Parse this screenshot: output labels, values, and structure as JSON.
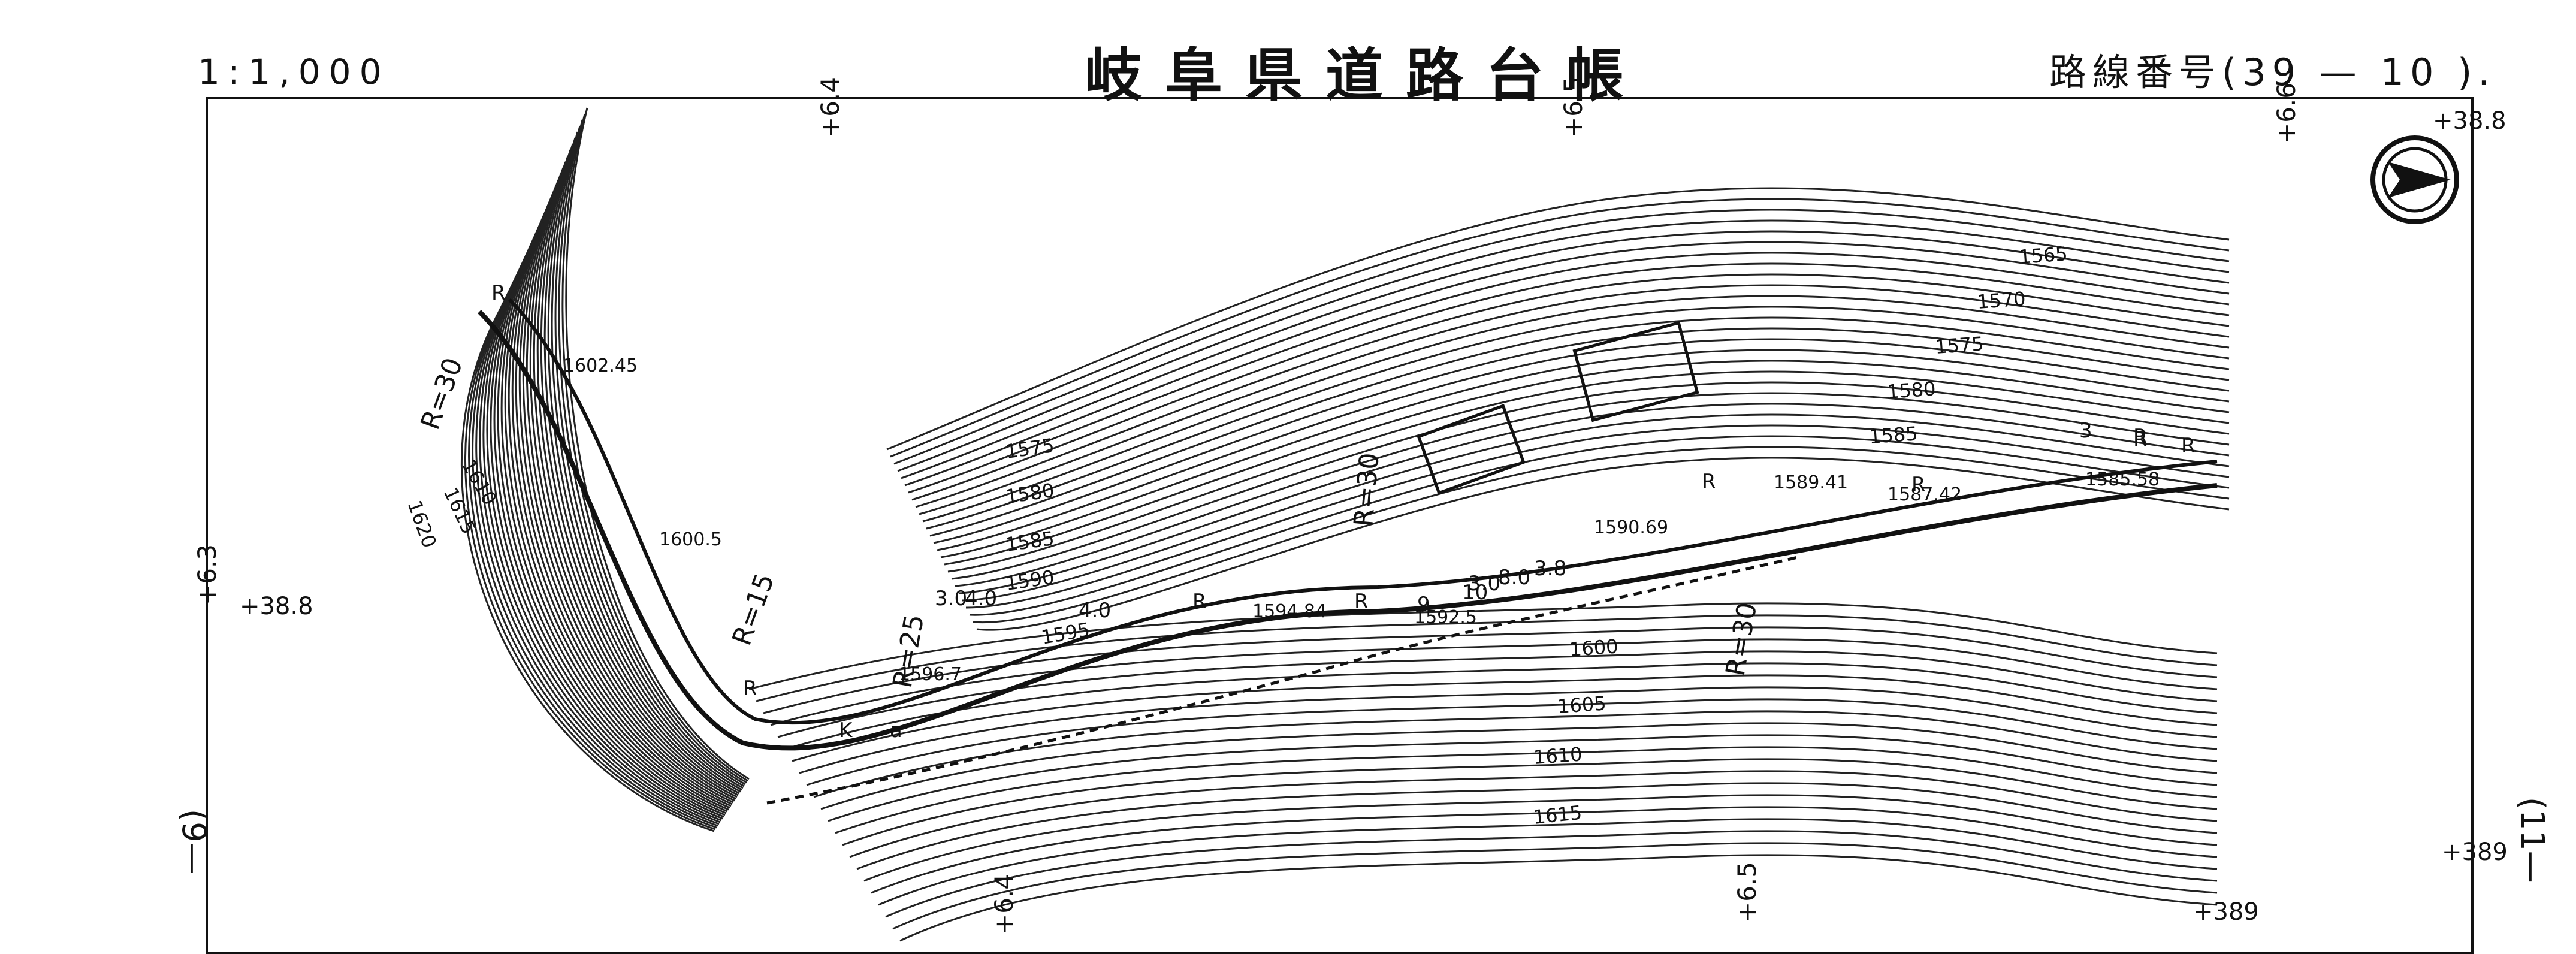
{
  "header": {
    "scale": "1:1,000",
    "title": "岐阜県道路台帳",
    "route_number": "路線番号(39 — 10 )."
  },
  "station_marks": [
    "+6.3",
    "+6.4",
    "+6.5",
    "+6.6",
    "+6.4",
    "+6.5"
  ],
  "distance_marks": [
    "+38.8",
    "+38.8",
    "+389",
    "+389"
  ],
  "contour_labels": [
    "1565",
    "1570",
    "1575",
    "1580",
    "1585",
    "1575",
    "1580",
    "1585",
    "1590",
    "1595",
    "1600",
    "1605",
    "1610",
    "1615",
    "1610",
    "1615",
    "1620"
  ],
  "spot_heights": [
    "1602.45",
    "1600.5",
    "1596.7",
    "1594.84",
    "1592.5",
    "1590.69",
    "1589.41",
    "1587.42",
    "1585.58"
  ],
  "curve_labels": [
    "R=30",
    "R=15",
    "R=25",
    "R=30",
    "R=30"
  ],
  "road_marks": [
    "R",
    "R",
    "K",
    "a",
    "R",
    "R",
    "R",
    "R",
    "R",
    "R",
    "9",
    "10",
    "3.0",
    "4.0",
    "4.0",
    "3.0",
    "8.0",
    "3.8",
    "3",
    "R"
  ],
  "side_labels": {
    "left": "(9—",
    "right": "(11—"
  },
  "north_arrow": "compass-arrow-icon"
}
